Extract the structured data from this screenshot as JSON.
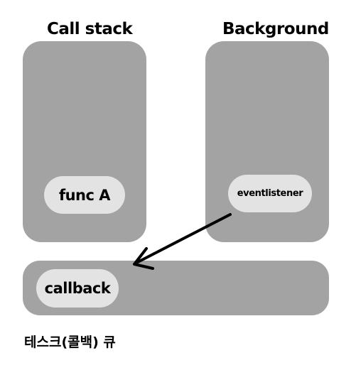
{
  "call_stack": {
    "title": "Call stack",
    "items": [
      "func A"
    ]
  },
  "background": {
    "title": "Background",
    "items": [
      "eventlistener"
    ]
  },
  "task_queue": {
    "label": "테스크(콜백) 큐",
    "items": [
      "callback"
    ]
  },
  "colors": {
    "panel": "#a3a3a3",
    "pill": "#e3e3e3",
    "text": "#000000",
    "arrow": "#000000"
  }
}
